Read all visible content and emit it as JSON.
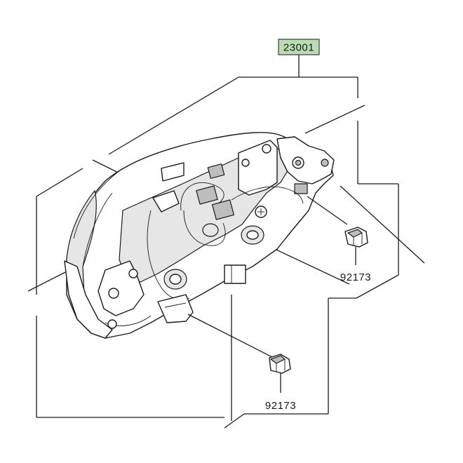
{
  "callouts": {
    "assembly": {
      "number": "23001",
      "highlight_color": "#b9dcb0"
    },
    "clip_right": {
      "number": "92173"
    },
    "clip_bottom": {
      "number": "92173"
    }
  },
  "colors": {
    "line": "#1a1a1a",
    "background": "#ffffff",
    "shade": "#e6e6e6"
  },
  "icons": {
    "assembly": "headlight-assembly-icon",
    "clip": "clip-icon"
  }
}
